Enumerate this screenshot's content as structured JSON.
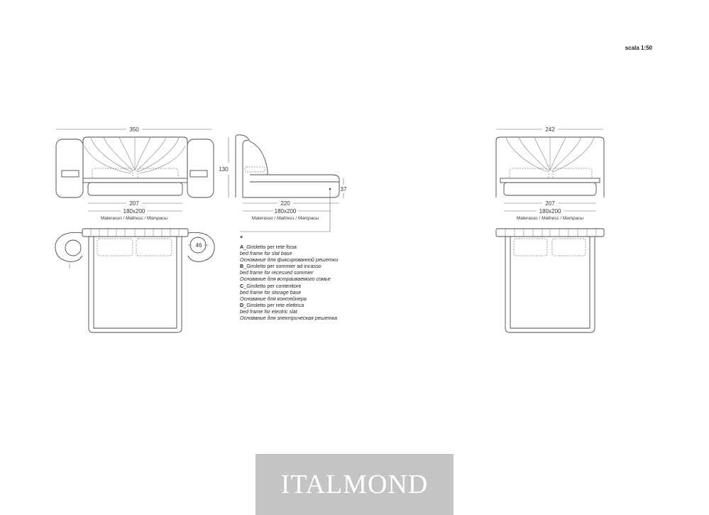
{
  "scale_label": "scala 1:50",
  "dimensions": {
    "front_width_overall": "350",
    "front_mattress_width": "207",
    "side_height": "130",
    "side_depth": "220",
    "side_leg_height": "37",
    "nightstand_diameter": "46",
    "compact_width_overall": "242",
    "compact_mattress_width": "207"
  },
  "mattress": {
    "size": "180x200",
    "caption_it": "Materasso / ",
    "caption_en": "Mattress",
    "caption_ru": " / Матрасы"
  },
  "legend": {
    "marker": "*",
    "items": [
      {
        "code": "A",
        "title": "_Giroletto per rete fissa",
        "en": "bed frame for slat base",
        "ru": "Основание для фиксированной решетки"
      },
      {
        "code": "B",
        "title": "_Giroletto per sommier ad incasso",
        "en": "bed frame for recessed sommier",
        "ru": "Основание для встраиваемого сомье"
      },
      {
        "code": "C",
        "title": "_Giroletto per contenitore",
        "en": "bed frame for storage base",
        "ru": "Основание для контейнера"
      },
      {
        "code": "D",
        "title": "_Giroletto per rete elettrica",
        "en": "bed frame for electric slat",
        "ru": "Основание для электрическая решетка"
      }
    ]
  },
  "watermark": "ITALMOND",
  "icons": [
    "asterisk-icon"
  ]
}
